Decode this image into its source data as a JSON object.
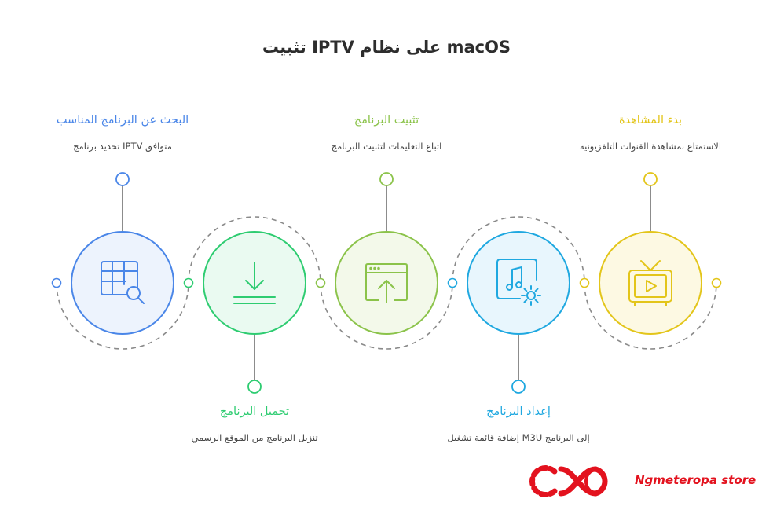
{
  "title": "تثبيت IPTV على نظام macOS",
  "steps": [
    {
      "title": "البحث عن البرنامج المناسب",
      "desc": "متوافق IPTV تحديد برنامج",
      "color": "#4a86e8",
      "fill": "#edf3fd",
      "icon": "table-search-icon"
    },
    {
      "title": "تحميل البرنامج",
      "desc": "تنزيل البرنامج من الموقع الرسمي",
      "color": "#2ecc71",
      "fill": "#eafaf1",
      "icon": "download-icon"
    },
    {
      "title": "تثبيت البرنامج",
      "desc": "اتباع التعليمات لتثبيت البرنامج",
      "color": "#8bc34a",
      "fill": "#f3f9ea",
      "icon": "install-upload-icon"
    },
    {
      "title": "إعداد البرنامج",
      "desc": "إلى البرنامج M3U إضافة قائمة تشغيل",
      "color": "#1fa8e0",
      "fill": "#e8f6fd",
      "icon": "music-settings-icon"
    },
    {
      "title": "بدء المشاهدة",
      "desc": "الاستمتاع بمشاهدة القنوات التلفزيونية",
      "color": "#e3c51a",
      "fill": "#fdf9e3",
      "icon": "tv-icon"
    }
  ],
  "watermark": {
    "brand": "Ngmeteropa store",
    "color": "#e3121e"
  }
}
